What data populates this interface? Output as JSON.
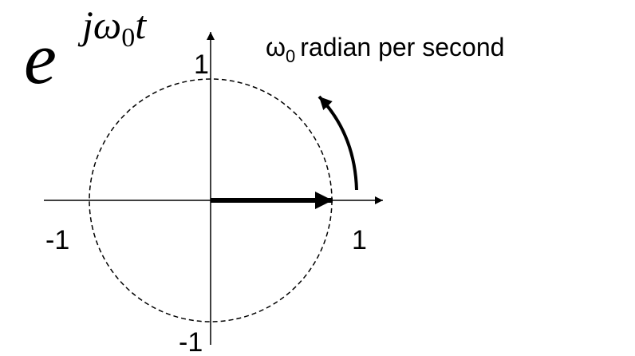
{
  "formula": {
    "base": "e",
    "exponent_j": "j",
    "exponent_omega": "ω",
    "exponent_subscript": "0",
    "exponent_t": "t"
  },
  "rate_label": {
    "omega": "ω",
    "subscript": "0",
    "text": "radian per second"
  },
  "axes": {
    "x_pos_label": "1",
    "x_neg_label": "-1",
    "y_pos_label": "1",
    "y_neg_label": "-1"
  },
  "colors": {
    "ink": "#000000",
    "background": "#ffffff"
  }
}
